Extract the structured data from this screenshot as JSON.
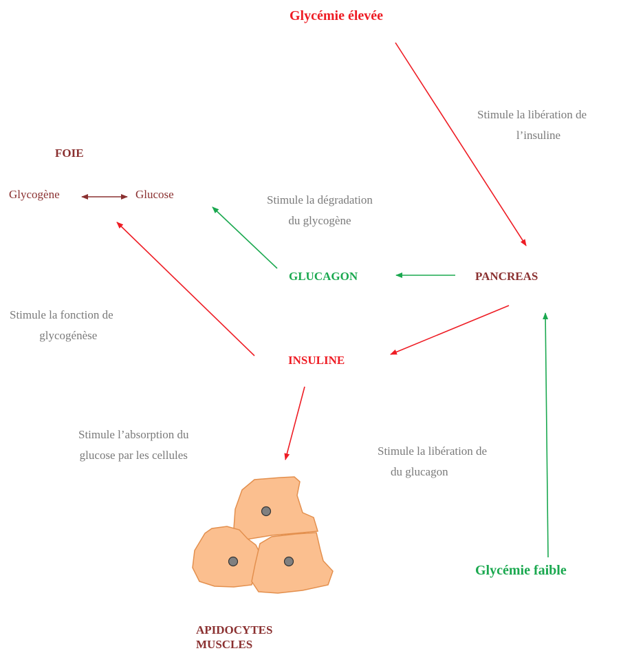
{
  "colors": {
    "red": "#ee1c24",
    "green": "#1aa84f",
    "brown": "#8a3030",
    "note_gray": "#7a7a7a",
    "cell_fill": "#fbbf8f",
    "cell_stroke": "#e38f4d",
    "nucleus_fill": "#808080"
  },
  "labels": {
    "glycemie_elevee": "Glycémie élevée",
    "glycemie_faible": "Glycémie faible",
    "foie": "FOIE",
    "glycogene": "Glycogène",
    "glucose": "Glucose",
    "glucagon": "GLUCAGON",
    "pancreas": "PANCREAS",
    "insuline": "INSULINE",
    "apidocytes": "APIDOCYTES",
    "muscles": "MUSCLES"
  },
  "notes": {
    "lib_insuline_1": "Stimule la libération de",
    "lib_insuline_2": "l’insuline",
    "degradation_1": "Stimule la dégradation",
    "degradation_2": "du glycogène",
    "glycogenese_1": "Stimule la fonction  de",
    "glycogenese_2": "glycogénèse",
    "absorption_1": "Stimule l’absorption du",
    "absorption_2": "glucose par les cellules",
    "lib_glucagon_1": "Stimule la libération de",
    "lib_glucagon_2": "du glucagon"
  },
  "arrows": [
    {
      "id": "glycemie-elevee-to-pancreas",
      "color": "red"
    },
    {
      "id": "pancreas-to-insuline",
      "color": "red"
    },
    {
      "id": "pancreas-to-glucagon",
      "color": "green"
    },
    {
      "id": "glucagon-to-glucose",
      "color": "green"
    },
    {
      "id": "insuline-to-foie",
      "color": "red"
    },
    {
      "id": "insuline-to-cells",
      "color": "red"
    },
    {
      "id": "glycemie-faible-to-pancreas",
      "color": "green"
    },
    {
      "id": "glycogene-glucose",
      "color": "brown",
      "bidirectional": true
    }
  ]
}
